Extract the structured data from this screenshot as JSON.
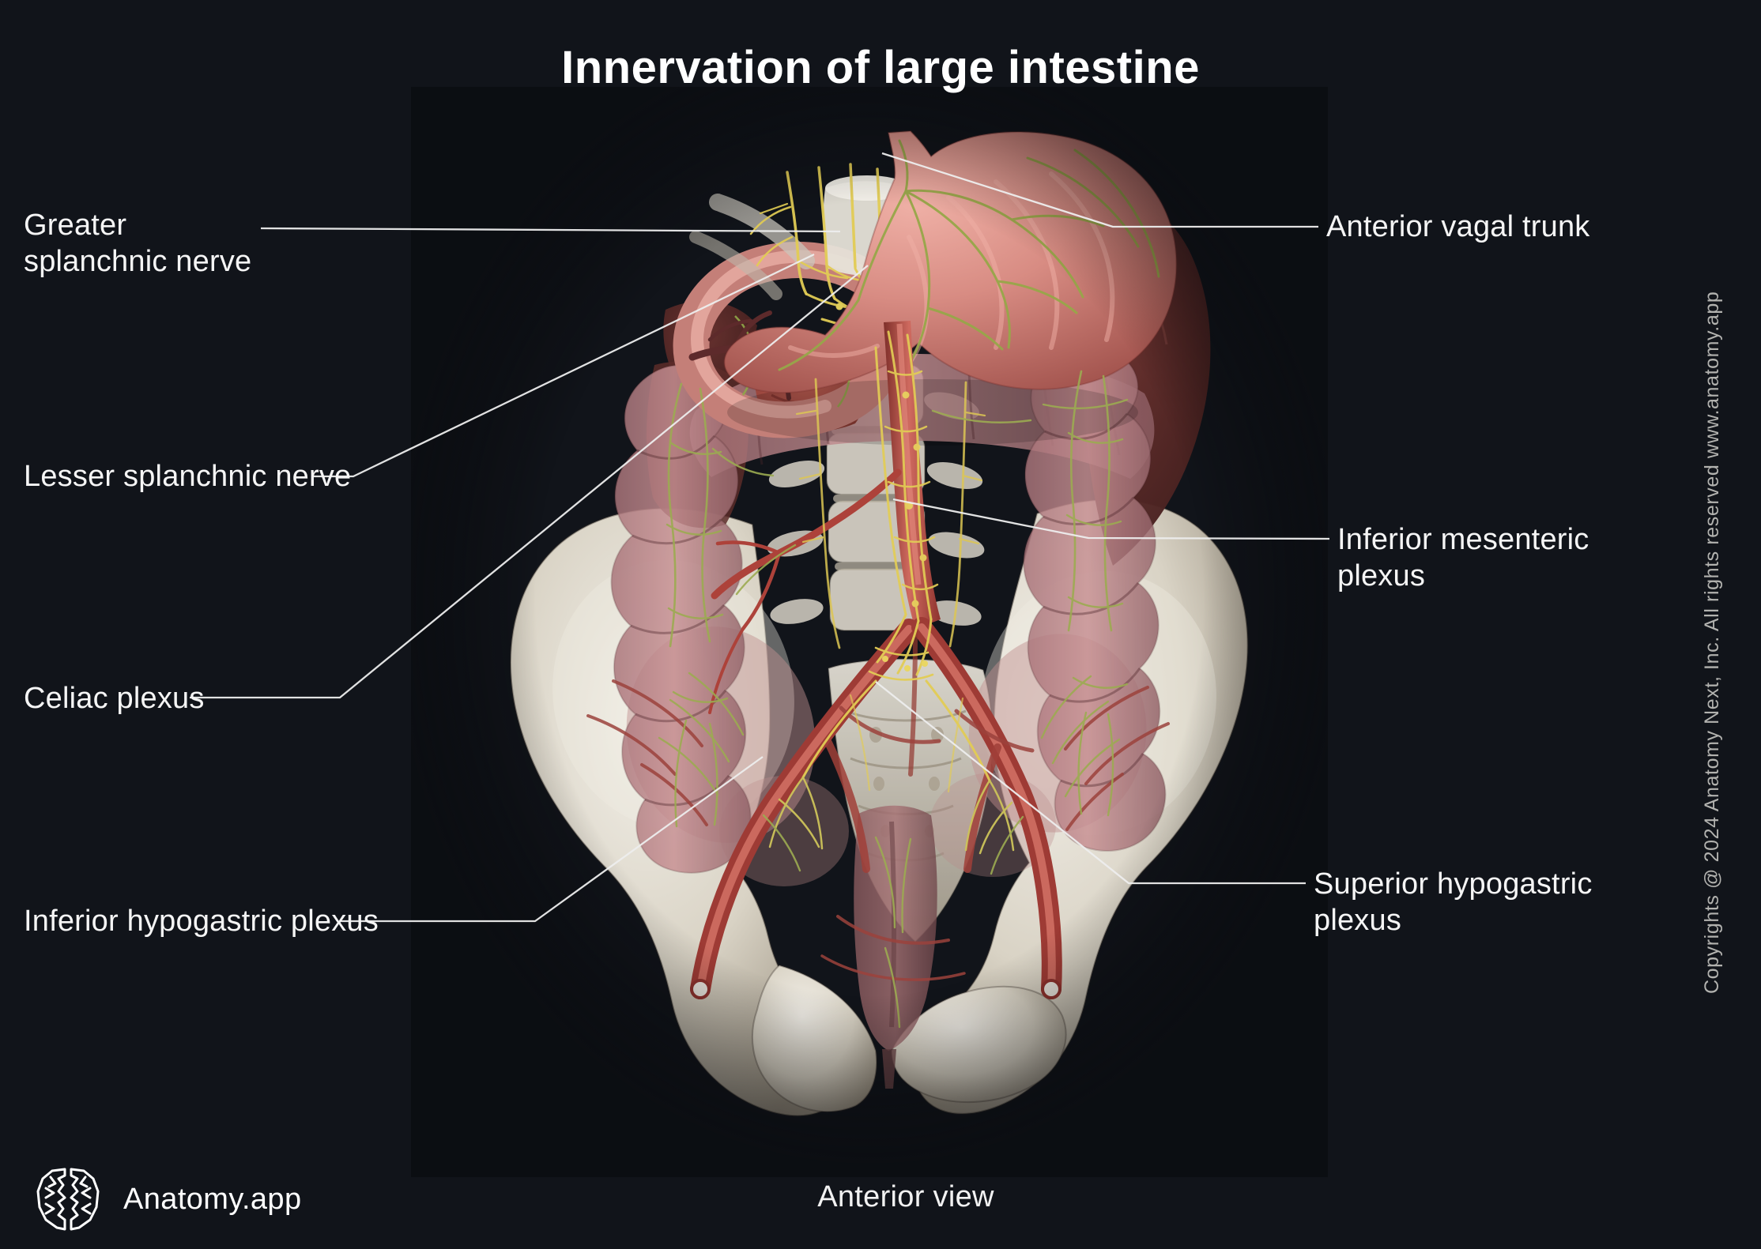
{
  "title": "Innervation of large intestine",
  "view_label": "Anterior view",
  "brand": {
    "name": "Anatomy.app",
    "logo": "brain-logo-icon"
  },
  "copyright": "Copyrights @ 2024 Anatomy Next, Inc. All rights reserved www.anatomy.app",
  "annotations": {
    "left": [
      {
        "text": "Greater splanchnic nerve"
      },
      {
        "text": "Lesser splanchnic nerve"
      },
      {
        "text": "Celiac plexus"
      },
      {
        "text": "Inferior hypogastric plexus"
      }
    ],
    "right": [
      {
        "text": "Anterior vagal trunk"
      },
      {
        "text": "Inferior mesenteric plexus"
      },
      {
        "text": "Superior hypogastric plexus"
      }
    ]
  },
  "colors": {
    "background": "#11141a",
    "title_text": "#ffffff",
    "label_text": "#f5f5f5",
    "leader_line": "#ededed",
    "copyright_text": "#b2b2af",
    "nerve_yellow": "#e2cc55",
    "nerve_green": "#9cab51",
    "artery_red": "#b1443e",
    "bone": "#d9d3c6",
    "organ_pink": "#d98a82"
  }
}
